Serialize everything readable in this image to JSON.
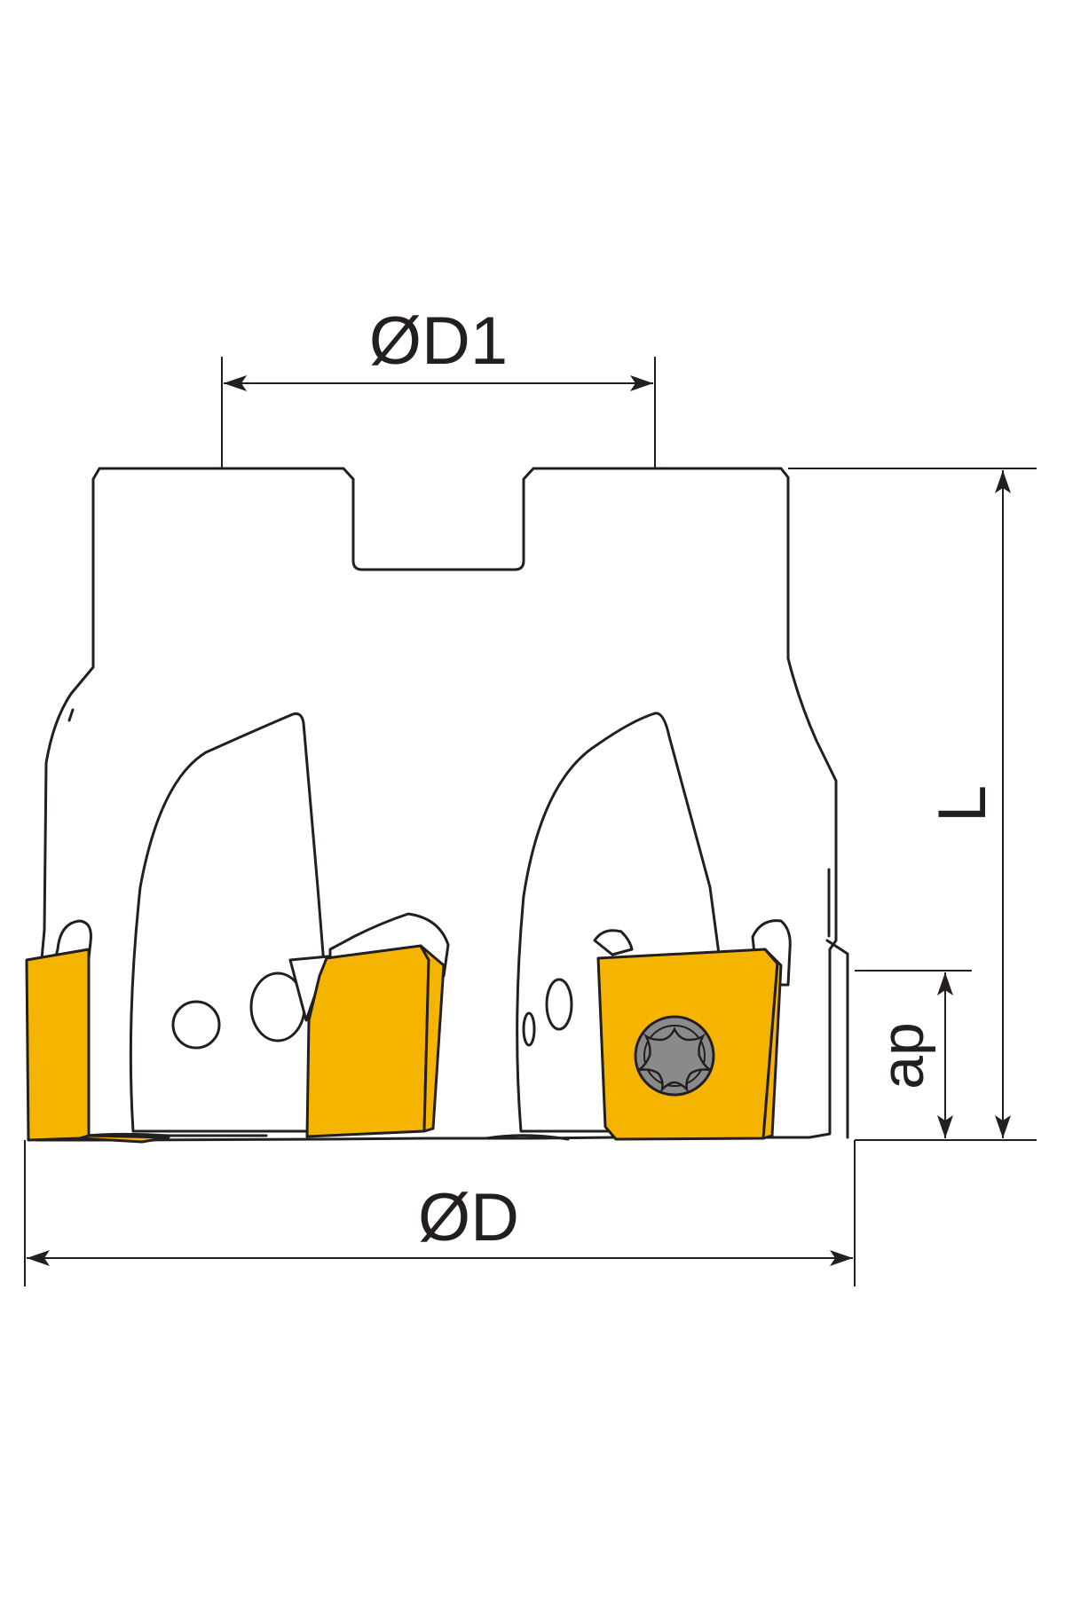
{
  "labels": {
    "d1": "ØD1",
    "d": "ØD",
    "l": "L",
    "ap": "ap"
  },
  "colors": {
    "insert": "#f5b400",
    "outline": "#231f20",
    "body": "#ffffff",
    "screw": "#8a8a8a"
  }
}
